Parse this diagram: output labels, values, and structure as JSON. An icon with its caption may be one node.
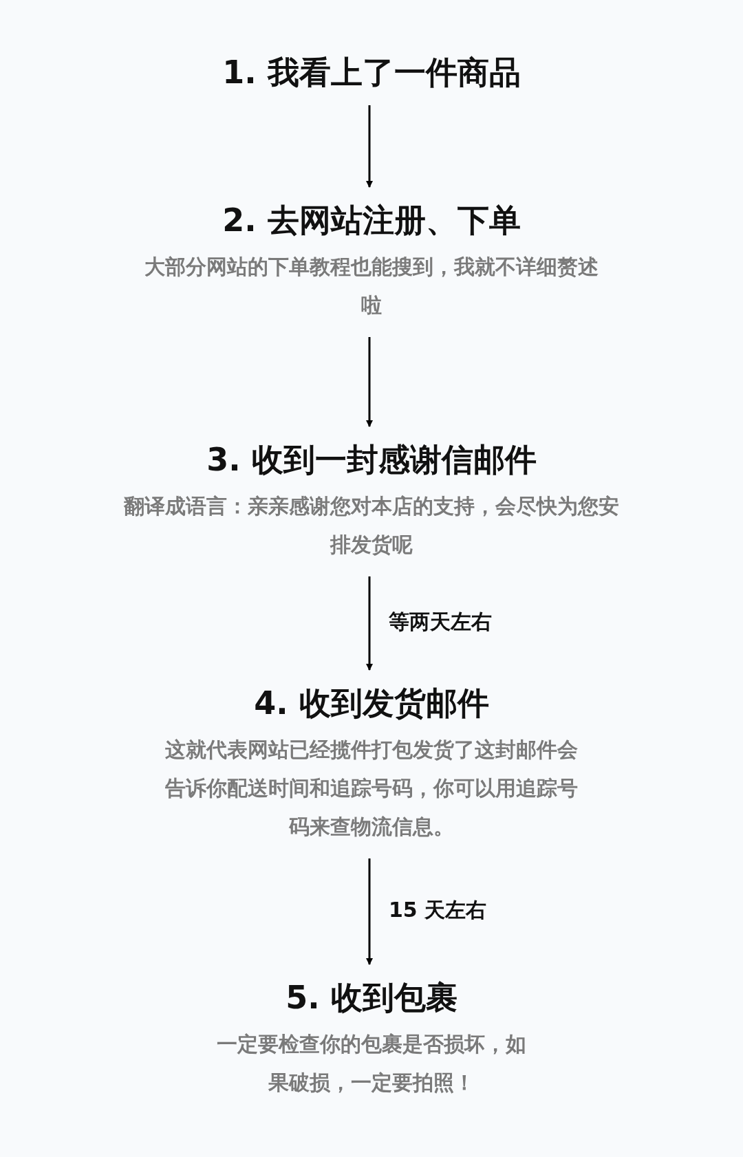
{
  "diagram": {
    "nodes": [
      {
        "text": [
          "1. 我看上了一件商品"
        ]
      },
      {
        "text": [
          "2. 去网站注册、下单",
          "大部分网站的下单教程也能搜到，我就不详细赘述啦"
        ]
      },
      {
        "text": [
          "3. 收到一封感谢信邮件",
          "翻译成语言：亲亲感谢您对本店的支持，会尽快为您安排发货呢"
        ]
      },
      {
        "text": [
          "4. 收到发货邮件",
          "这就代表网站已经揽件打包发货了这封邮件会告诉你配送时间和追踪号码，你可以用追踪号码来查物流信息。"
        ]
      },
      {
        "text": [
          "5. 收到包裹",
          "一定要检查你的包裹是否损坏，如果破损，一定要拍照！"
        ]
      }
    ],
    "edges": [
      {
        "from": 0,
        "to": 1,
        "arrow": "to"
      },
      {
        "from": 1,
        "to": 2,
        "arrow": "to"
      },
      {
        "from": 2,
        "to": 3,
        "arrow": "to",
        "label": "等两天左右"
      },
      {
        "from": 3,
        "to": 4,
        "arrow": "to",
        "label": "15 天左右"
      }
    ]
  }
}
